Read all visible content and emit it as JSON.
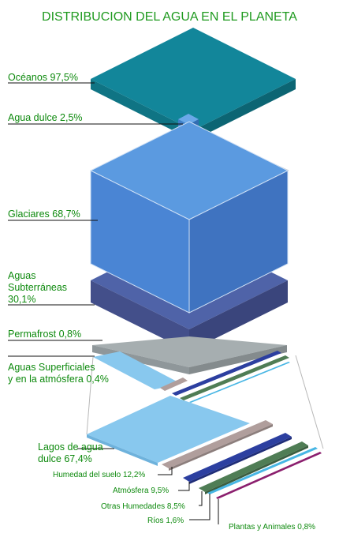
{
  "title": "DISTRIBUCION DEL AGUA EN EL PLANETA",
  "labels": {
    "oceanos": "Océanos 97,5%",
    "agua_dulce": "Agua dulce 2,5%",
    "glaciares": "Glaciares 68,7%",
    "subterraneas_1": "Aguas",
    "subterraneas_2": "Subterráneas",
    "subterraneas_3": "30,1%",
    "permafrost": "Permafrost 0,8%",
    "superficiales_1": "Aguas Superficiales",
    "superficiales_2": "y en la atmósfera 0,4%",
    "lagos_1": "Lagos de agua",
    "lagos_2": "dulce 67,4%",
    "humedad_suelo": "Humedad del suelo 12,2%",
    "atmosfera": "Atmósfera 9,5%",
    "otras_humedades": "Otras Humedades 8,5%",
    "rios": "Ríos 1,6%",
    "plantas_animales": "Plantas y Animales 0,8%"
  },
  "colors": {
    "title": "#1f9a1f",
    "label": "#0e8a0e",
    "ocean_top": "#12869a",
    "ocean_side": "#0e6f80",
    "fresh": "#4f8fd6",
    "glacier_top": "#5b9ae0",
    "glacier_side": "#4173c4",
    "ground_side": "#44508c",
    "ground_top": "#4f63a8",
    "permafrost": "#a6aeb0",
    "lake": "#88c8ee",
    "soil": "#b09e9c",
    "atmosphere": "#2c3fa0",
    "other": "#4f7d55",
    "rivers": "#47b6e4",
    "life": "#8b1f6e"
  }
}
